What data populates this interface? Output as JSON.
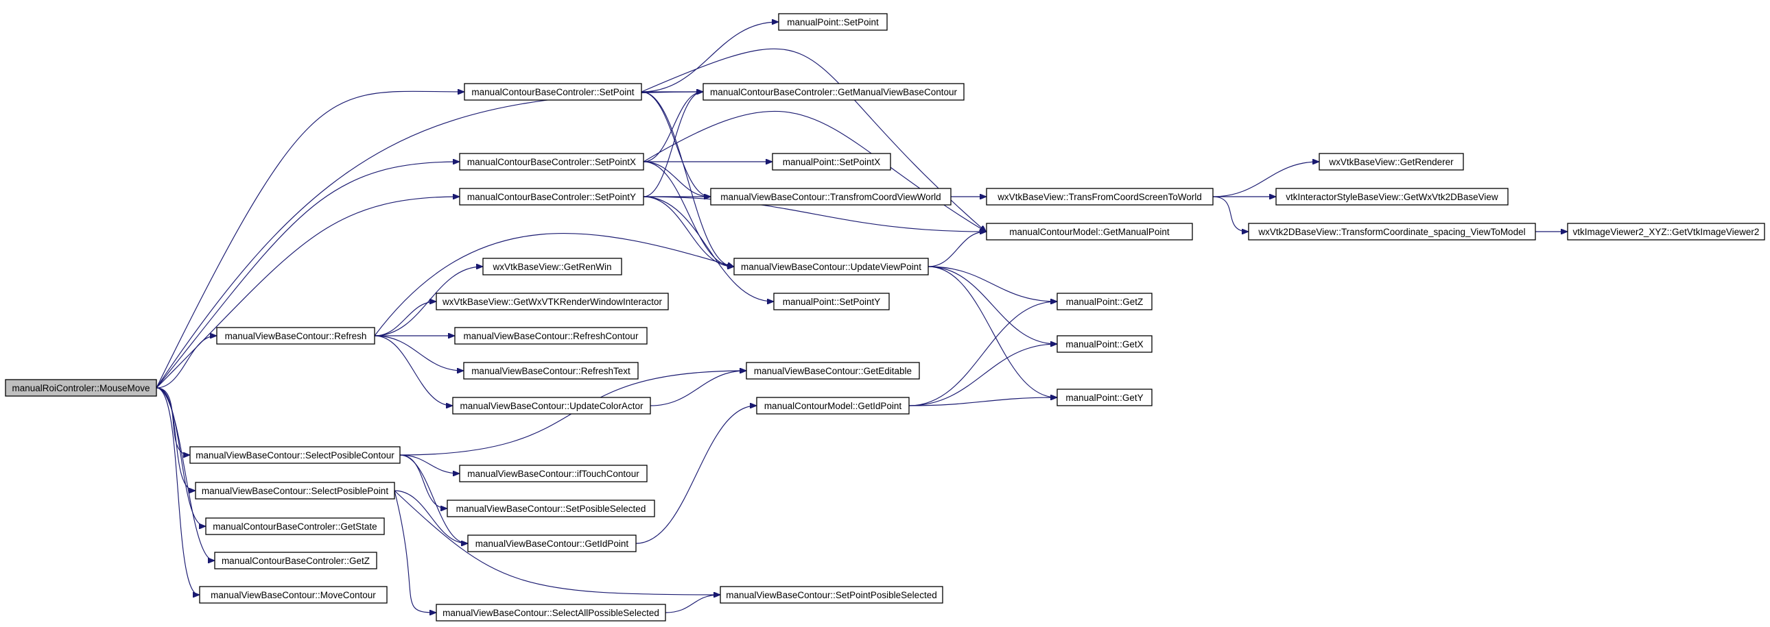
{
  "graph": {
    "root": "manualRoiControler::MouseMove",
    "nodes": [
      {
        "id": "mouseMove",
        "label": "manualRoiControler::MouseMove",
        "root": true
      },
      {
        "id": "cbcSetPoint",
        "label": "manualContourBaseControler::SetPoint"
      },
      {
        "id": "cbcGetMVBC",
        "label": "manualContourBaseControler::GetManualViewBaseContour"
      },
      {
        "id": "cbcSetPointX",
        "label": "manualContourBaseControler::SetPointX"
      },
      {
        "id": "cbcSetPointY",
        "label": "manualContourBaseControler::SetPointY"
      },
      {
        "id": "mpSetPoint",
        "label": "manualPoint::SetPoint"
      },
      {
        "id": "mpSetPointX",
        "label": "manualPoint::SetPointX"
      },
      {
        "id": "vbcTransf",
        "label": "manualViewBaseContour::TransfromCoordViewWorld"
      },
      {
        "id": "wxTransCS",
        "label": "wxVtkBaseView::TransFromCoordScreenToWorld"
      },
      {
        "id": "wxGetRenderer",
        "label": "wxVtkBaseView::GetRenderer"
      },
      {
        "id": "isGetWx2D",
        "label": "vtkInteractorStyleBaseView::GetWxVtk2DBaseView"
      },
      {
        "id": "wx2DTransform",
        "label": "wxVtk2DBaseView::TransformCoordinate_spacing_ViewToModel"
      },
      {
        "id": "iv2GetViewer",
        "label": "vtkImageViewer2_XYZ::GetVtkImageViewer2"
      },
      {
        "id": "mcmGetMP",
        "label": "manualContourModel::GetManualPoint"
      },
      {
        "id": "vbcUpdateVP",
        "label": "manualViewBaseContour::UpdateViewPoint"
      },
      {
        "id": "wxGetRenWin",
        "label": "wxVtkBaseView::GetRenWin"
      },
      {
        "id": "wxGetRWI",
        "label": "wxVtkBaseView::GetWxVTKRenderWindowInteractor"
      },
      {
        "id": "vbcRefresh",
        "label": "manualViewBaseContour::Refresh"
      },
      {
        "id": "vbcRefreshContour",
        "label": "manualViewBaseContour::RefreshContour"
      },
      {
        "id": "vbcRefreshText",
        "label": "manualViewBaseContour::RefreshText"
      },
      {
        "id": "vbcUpdateColor",
        "label": "manualViewBaseContour::UpdateColorActor"
      },
      {
        "id": "mpSetPointY",
        "label": "manualPoint::SetPointY"
      },
      {
        "id": "mpGetZ",
        "label": "manualPoint::GetZ"
      },
      {
        "id": "mpGetX",
        "label": "manualPoint::GetX"
      },
      {
        "id": "mpGetY",
        "label": "manualPoint::GetY"
      },
      {
        "id": "vbcGetEditable",
        "label": "manualViewBaseContour::GetEditable"
      },
      {
        "id": "mcmGetIdPoint",
        "label": "manualContourModel::GetIdPoint"
      },
      {
        "id": "vbcSelectPC",
        "label": "manualViewBaseContour::SelectPosibleContour"
      },
      {
        "id": "vbcIfTouch",
        "label": "manualViewBaseContour::ifTouchContour"
      },
      {
        "id": "vbcSelectPP",
        "label": "manualViewBaseContour::SelectPosiblePoint"
      },
      {
        "id": "vbcSetPS",
        "label": "manualViewBaseContour::SetPosibleSelected"
      },
      {
        "id": "cbcGetState",
        "label": "manualContourBaseControler::GetState"
      },
      {
        "id": "vbcGetIdPoint",
        "label": "manualViewBaseContour::GetIdPoint"
      },
      {
        "id": "cbcGetZ",
        "label": "manualContourBaseControler::GetZ"
      },
      {
        "id": "vbcMoveContour",
        "label": "manualViewBaseContour::MoveContour"
      },
      {
        "id": "vbcSetPPS",
        "label": "manualViewBaseContour::SetPointPosibleSelected"
      },
      {
        "id": "vbcSelectAll",
        "label": "manualViewBaseContour::SelectAllPossibleSelected"
      }
    ],
    "edges": [
      {
        "from": "mouseMove",
        "to": "cbcSetPoint"
      },
      {
        "from": "mouseMove",
        "to": "cbcGetMVBC"
      },
      {
        "from": "mouseMove",
        "to": "cbcSetPointX"
      },
      {
        "from": "mouseMove",
        "to": "cbcSetPointY"
      },
      {
        "from": "mouseMove",
        "to": "vbcRefresh"
      },
      {
        "from": "mouseMove",
        "to": "vbcSelectPC"
      },
      {
        "from": "mouseMove",
        "to": "vbcSelectPP"
      },
      {
        "from": "mouseMove",
        "to": "cbcGetState"
      },
      {
        "from": "mouseMove",
        "to": "cbcGetZ"
      },
      {
        "from": "mouseMove",
        "to": "vbcMoveContour"
      },
      {
        "from": "cbcSetPoint",
        "to": "mpSetPoint"
      },
      {
        "from": "cbcSetPoint",
        "to": "cbcGetMVBC"
      },
      {
        "from": "cbcSetPoint",
        "to": "mcmGetMP"
      },
      {
        "from": "cbcSetPoint",
        "to": "vbcTransf"
      },
      {
        "from": "cbcSetPoint",
        "to": "vbcUpdateVP"
      },
      {
        "from": "cbcSetPointX",
        "to": "cbcGetMVBC"
      },
      {
        "from": "cbcSetPointX",
        "to": "mpSetPointX"
      },
      {
        "from": "cbcSetPointX",
        "to": "vbcTransf"
      },
      {
        "from": "cbcSetPointX",
        "to": "mcmGetMP"
      },
      {
        "from": "cbcSetPointX",
        "to": "vbcUpdateVP"
      },
      {
        "from": "cbcSetPointY",
        "to": "cbcGetMVBC"
      },
      {
        "from": "cbcSetPointY",
        "to": "vbcTransf"
      },
      {
        "from": "cbcSetPointY",
        "to": "mcmGetMP"
      },
      {
        "from": "cbcSetPointY",
        "to": "vbcUpdateVP"
      },
      {
        "from": "cbcSetPointY",
        "to": "mpSetPointY"
      },
      {
        "from": "vbcTransf",
        "to": "wxTransCS"
      },
      {
        "from": "wxTransCS",
        "to": "wxGetRenderer"
      },
      {
        "from": "wxTransCS",
        "to": "isGetWx2D"
      },
      {
        "from": "wxTransCS",
        "to": "wx2DTransform"
      },
      {
        "from": "wx2DTransform",
        "to": "iv2GetViewer"
      },
      {
        "from": "vbcUpdateVP",
        "to": "mcmGetMP"
      },
      {
        "from": "vbcUpdateVP",
        "to": "mpGetZ"
      },
      {
        "from": "vbcUpdateVP",
        "to": "mpGetX"
      },
      {
        "from": "vbcUpdateVP",
        "to": "mpGetY"
      },
      {
        "from": "vbcRefresh",
        "to": "vbcUpdateVP"
      },
      {
        "from": "vbcRefresh",
        "to": "wxGetRenWin"
      },
      {
        "from": "vbcRefresh",
        "to": "wxGetRWI"
      },
      {
        "from": "vbcRefresh",
        "to": "vbcRefreshContour"
      },
      {
        "from": "vbcRefresh",
        "to": "vbcRefreshText"
      },
      {
        "from": "vbcRefresh",
        "to": "vbcUpdateColor"
      },
      {
        "from": "vbcUpdateColor",
        "to": "vbcGetEditable"
      },
      {
        "from": "mcmGetIdPoint",
        "to": "mpGetZ"
      },
      {
        "from": "mcmGetIdPoint",
        "to": "mpGetX"
      },
      {
        "from": "mcmGetIdPoint",
        "to": "mpGetY"
      },
      {
        "from": "vbcSelectPC",
        "to": "vbcGetEditable"
      },
      {
        "from": "vbcSelectPC",
        "to": "vbcIfTouch"
      },
      {
        "from": "vbcSelectPC",
        "to": "vbcSetPS"
      },
      {
        "from": "vbcSelectPC",
        "to": "vbcGetIdPoint"
      },
      {
        "from": "vbcSelectPP",
        "to": "vbcGetIdPoint"
      },
      {
        "from": "vbcSelectPP",
        "to": "vbcSetPPS"
      },
      {
        "from": "vbcSelectPP",
        "to": "vbcSelectAll"
      },
      {
        "from": "vbcGetIdPoint",
        "to": "mcmGetIdPoint"
      },
      {
        "from": "vbcSelectAll",
        "to": "vbcSetPPS"
      }
    ]
  }
}
